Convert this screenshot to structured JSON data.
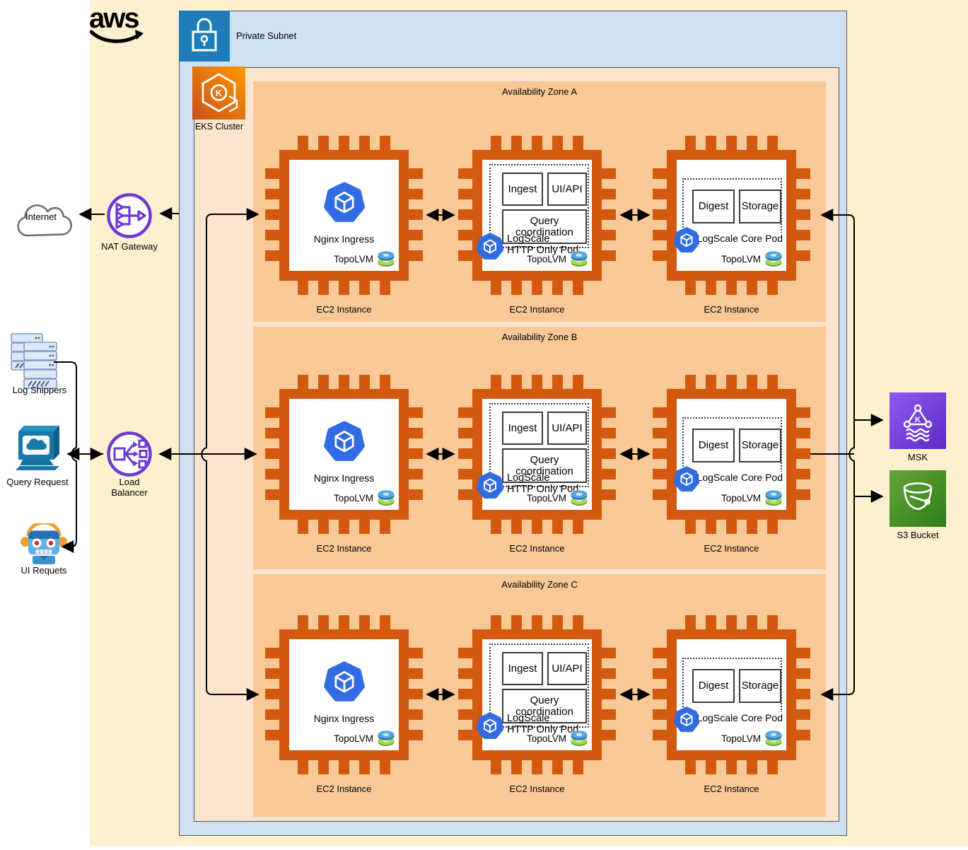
{
  "logo": {
    "text": "aws"
  },
  "private_subnet": {
    "label": "Private Subnet"
  },
  "eks_cluster": {
    "label": "EKS Cluster"
  },
  "zones": [
    {
      "title": "Availability Zone A"
    },
    {
      "title": "Availability Zone B"
    },
    {
      "title": "Availability Zone C"
    }
  ],
  "chips": {
    "ec2_label": "EC2 Instance",
    "topolvm_label": "TopoLVM",
    "nginx_label": "Nginx Ingress",
    "http_pod": {
      "ingest": "Ingest",
      "ui_api": "UI/API",
      "query": "Query coordination",
      "label_line1": "LogScale",
      "label_line2": "HTTP Only Pod"
    },
    "core_pod": {
      "digest": "Digest",
      "storage": "Storage",
      "label": "LogScale Core Pod"
    }
  },
  "external_left": {
    "internet": "Internet",
    "nat_gateway": "NAT Gateway",
    "log_shippers": "Log Shippers",
    "query_request": "Query Request",
    "load_balancer": "Load Balancer",
    "ui_requests": "UI Requets"
  },
  "external_right": {
    "msk": "MSK",
    "s3": "S3 Bucket"
  },
  "colors": {
    "canvas_bg": "#FCF0CE",
    "subnet_fill": "#CFE0F1",
    "subnet_icon_blue": "#1E7CB8",
    "eks_fill": "#FBE5CF",
    "zone_fill": "#F8C997",
    "chip_orange": "#D2590E",
    "kubernetes_blue": "#326CE5",
    "network_purple": "#6C3BD1",
    "msk_purple": "#7C48EC",
    "s3_green": "#4A9127"
  }
}
